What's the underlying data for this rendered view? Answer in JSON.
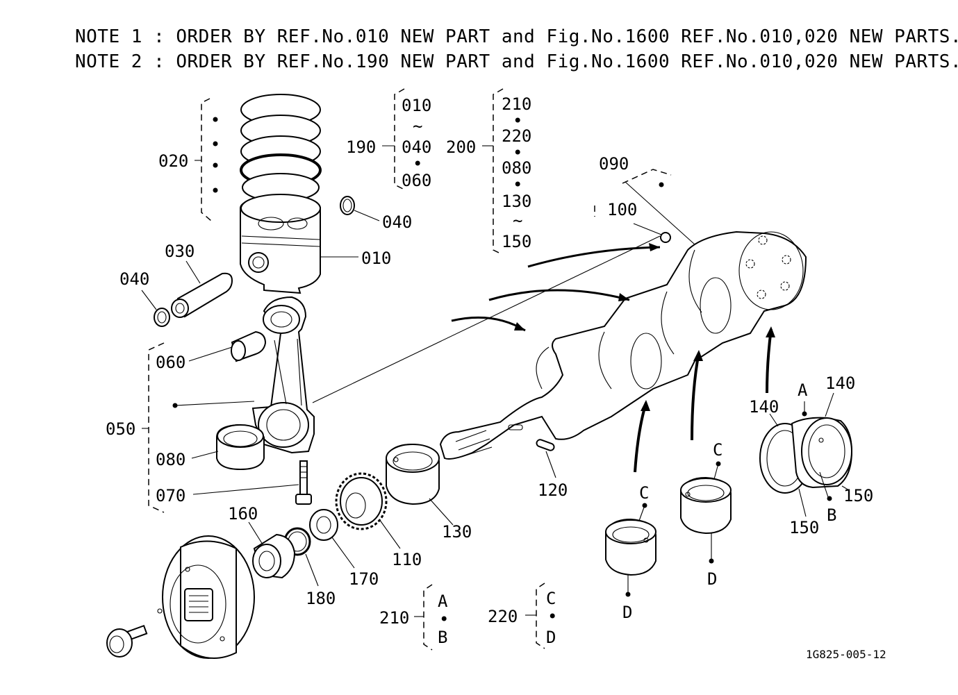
{
  "notes": [
    "NOTE 1 : ORDER BY REF.No.010 NEW PART and Fig.No.1600 REF.No.010,020 NEW PARTS.",
    "NOTE 2 : ORDER BY REF.No.190 NEW PART and Fig.No.1600 REF.No.010,020 NEW PARTS."
  ],
  "labels": {
    "p010": "010",
    "p020": "020",
    "p030": "030",
    "p040a": "040",
    "p040b": "040",
    "p050": "050",
    "p060": "060",
    "p070": "070",
    "p080": "080",
    "p090": "090",
    "p100": "100",
    "p110": "110",
    "p120": "120",
    "p130": "130",
    "p140a": "140",
    "p140b": "140",
    "p150a": "150",
    "p150b": "150",
    "p160": "160",
    "p170": "170",
    "p180": "180",
    "p190": "190",
    "p200": "200",
    "p210": "210",
    "p220": "220"
  },
  "groups": {
    "g190": {
      "items": [
        "010",
        "~",
        "040",
        "•",
        "060"
      ]
    },
    "g200": {
      "items": [
        "210",
        "•",
        "220",
        "•",
        "080",
        "•",
        "130",
        "~",
        "150"
      ]
    },
    "g210": {
      "items": [
        "A",
        "•",
        "B"
      ]
    },
    "g220": {
      "items": [
        "C",
        "•",
        "D"
      ]
    }
  },
  "markers": {
    "A": "A",
    "B": "B",
    "C1": "C",
    "C2": "C",
    "D1": "D",
    "D2": "D"
  },
  "figure_id": "1G825-005-12"
}
